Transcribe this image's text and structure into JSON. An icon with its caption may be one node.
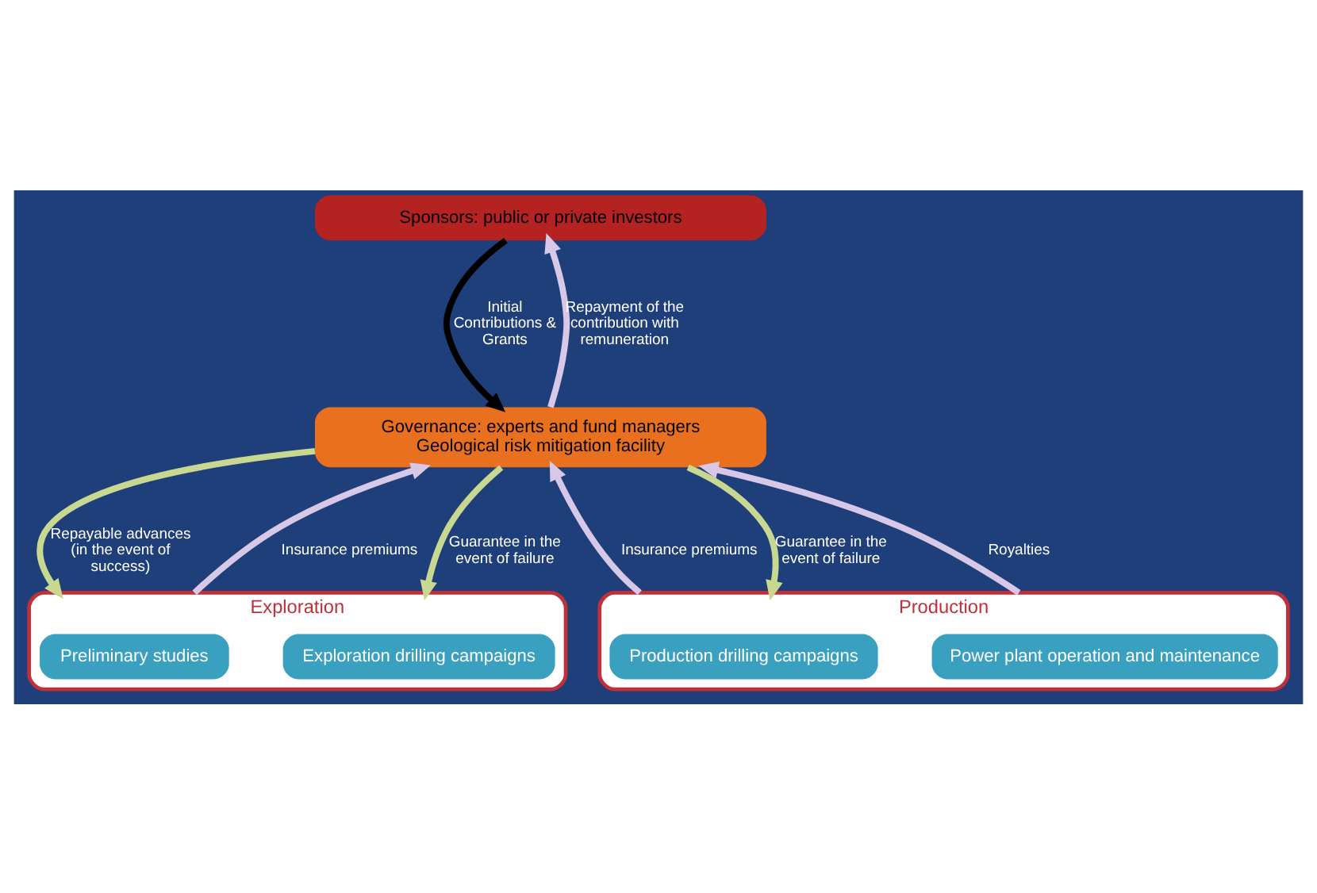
{
  "diagram": {
    "nodes": [
      {
        "text": [
          "Sponsors: public or private investors"
        ]
      },
      {
        "text": [
          "Governance: experts and fund managers",
          "Geological risk mitigation facility"
        ]
      },
      {
        "text": [
          "Exploration"
        ]
      },
      {
        "text": [
          "Preliminary studies"
        ],
        "in": 2
      },
      {
        "text": [
          "Exploration drilling campaigns"
        ],
        "in": 2
      },
      {
        "text": [
          "Production"
        ]
      },
      {
        "text": [
          "Production drilling campaigns"
        ],
        "in": 5
      },
      {
        "text": [
          "Power plant operation and maintenance"
        ],
        "in": 5
      }
    ],
    "edges": [
      {
        "from": 0,
        "to": 1,
        "arrow": "to",
        "label": "Initial Contributions & Grants",
        "color": "#000000"
      },
      {
        "from": 1,
        "to": 0,
        "arrow": "to",
        "label": "Repayment of the contribution with remuneration",
        "color": "#d8c8e8"
      },
      {
        "from": 1,
        "to": 2,
        "arrow": "to",
        "label": "Repayable advances (in the event of success)",
        "color": "#c8d890"
      },
      {
        "from": 2,
        "to": 1,
        "arrow": "to",
        "label": "Insurance premiums",
        "color": "#d8c8e8"
      },
      {
        "from": 1,
        "to": 2,
        "arrow": "to",
        "label": "Guarantee in the event of failure",
        "color": "#c8d890"
      },
      {
        "from": 5,
        "to": 1,
        "arrow": "to",
        "label": "Insurance premiums",
        "color": "#d8c8e8"
      },
      {
        "from": 1,
        "to": 5,
        "arrow": "to",
        "label": "Guarantee in the event of failure",
        "color": "#c8d890"
      },
      {
        "from": 5,
        "to": 1,
        "arrow": "to",
        "label": "Royalties",
        "color": "#d8c8e8"
      }
    ]
  }
}
